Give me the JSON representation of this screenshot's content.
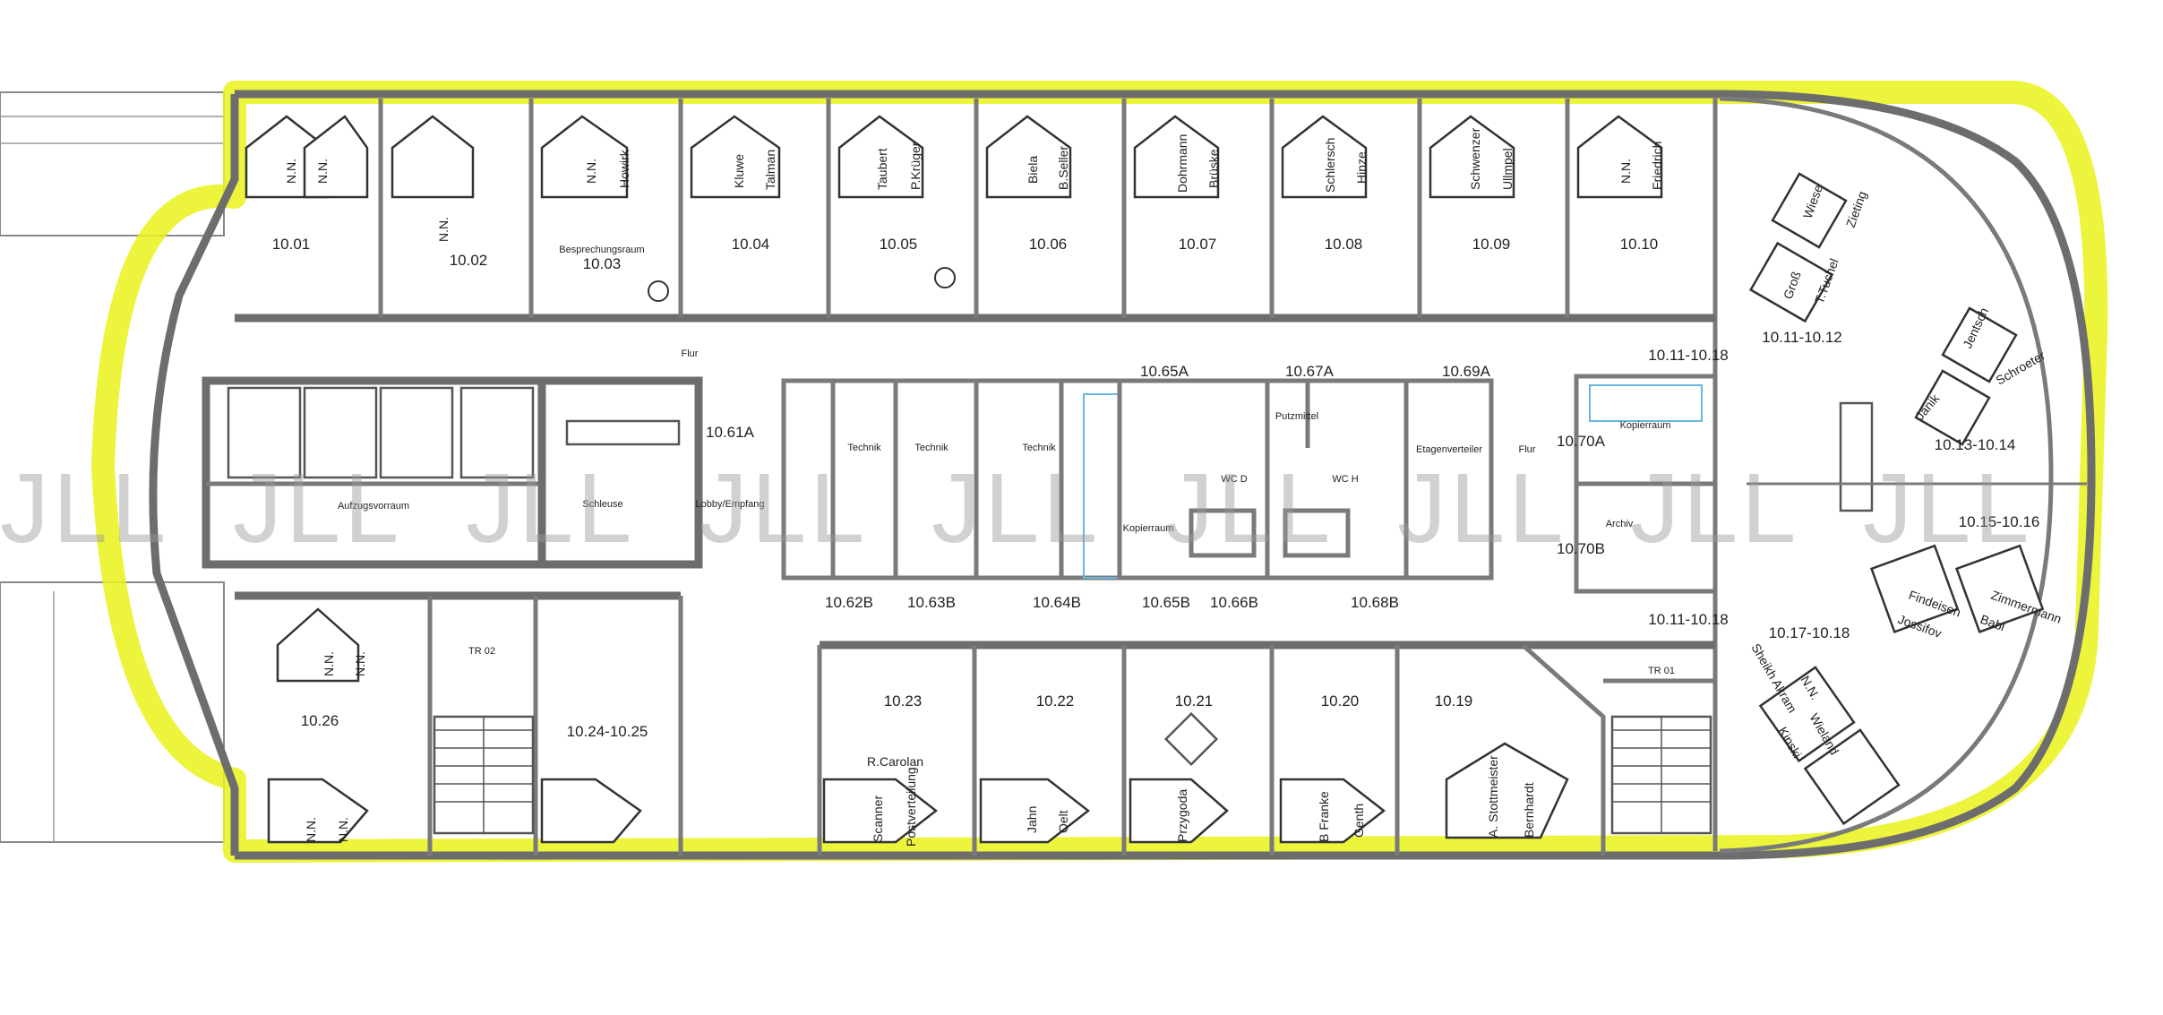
{
  "watermark": {
    "text": "JLL"
  },
  "rooms_top": [
    {
      "no": "10.01",
      "name": "",
      "people": [
        "N.N.",
        "N.N."
      ]
    },
    {
      "no": "10.02",
      "name": "",
      "people": [
        "N.N."
      ]
    },
    {
      "no": "10.03",
      "name": "Besprechungsraum",
      "people": [
        "N.N.",
        "Howirk"
      ]
    },
    {
      "no": "10.04",
      "name": "",
      "people": [
        "Kluwe",
        "Talman"
      ]
    },
    {
      "no": "10.05",
      "name": "",
      "people": [
        "Taubert",
        "P.Krüger"
      ]
    },
    {
      "no": "10.06",
      "name": "",
      "people": [
        "Biela",
        "B.Seller"
      ]
    },
    {
      "no": "10.07",
      "name": "",
      "people": [
        "Dohrmann",
        "Brüske"
      ]
    },
    {
      "no": "10.08",
      "name": "",
      "people": [
        "Schlersch",
        "Hinze"
      ]
    },
    {
      "no": "10.09",
      "name": "",
      "people": [
        "Schwenzer",
        "Ullmpel"
      ]
    },
    {
      "no": "10.10",
      "name": "",
      "people": [
        "N.N.",
        "Friedrich"
      ]
    }
  ],
  "core": {
    "flur_top": "Flur",
    "flur_right": "Flur",
    "aufzugsvorraum": "Aufzugsvorraum",
    "schleuse": "Schleuse",
    "lobby": "Lobby/Empfang",
    "r_10_61a": "10.61A",
    "technik1": "Technik",
    "technik2": "Technik",
    "technik3": "Technik",
    "kopierraum1": "Kopierraum",
    "wc_d": "WC D",
    "wc_h": "WC H",
    "putzmittel": "Putzmittel",
    "etagenverteiler": "Etagenverteiler",
    "kopierraum2": "Kopierraum",
    "archiv": "Archiv",
    "r_10_65a": "10.65A",
    "r_10_67a": "10.67A",
    "r_10_69a": "10.69A",
    "r_10_70a": "10.70A",
    "r_10_70b": "10.70B",
    "r_10_62b": "10.62B",
    "r_10_63b": "10.63B",
    "r_10_64b": "10.64B",
    "r_10_65b": "10.65B",
    "r_10_66b": "10.66B",
    "r_10_68b": "10.68B",
    "r_10_11_18a": "10.11-10.18",
    "r_10_11_18b": "10.11-10.18"
  },
  "rooms_bottom": [
    {
      "no": "10.26",
      "people": [
        "N.N.",
        "N.N.",
        "N.N.",
        "N.N."
      ]
    },
    {
      "no": "TR 02"
    },
    {
      "no": "10.24-10.25"
    },
    {
      "no": "10.23",
      "people": [
        "R.Carolan",
        "Scanner",
        "Postverteilung"
      ]
    },
    {
      "no": "10.22",
      "people": [
        "Jahn",
        "Oelt"
      ]
    },
    {
      "no": "10.21",
      "people": [
        "Przygoda"
      ]
    },
    {
      "no": "10.20",
      "people": [
        "B Franke",
        "Genth"
      ]
    },
    {
      "no": "10.19",
      "people": [
        "A. Stottmeister",
        "Bernhardt"
      ]
    },
    {
      "no": "TR 01"
    }
  ],
  "east_wing": [
    {
      "no": "10.11-10.12",
      "people": [
        "Wiese",
        "Zieting",
        "Groß",
        "T.Tuchel"
      ]
    },
    {
      "no": "10.13-10.14",
      "people": [
        "Jentsch",
        "Schroeter",
        "Janik"
      ]
    },
    {
      "no": "10.15-10.16",
      "people": [
        "Findeisen",
        "Zimmermann",
        "Jossifov",
        "Babl"
      ]
    },
    {
      "no": "10.17-10.18",
      "people": [
        "N.N.",
        "Sheikh Akram",
        "Kinski",
        "Wieland"
      ]
    }
  ],
  "colors": {
    "highlight": "#e9f21a",
    "walls": "#6d6d6d",
    "watermark": "#9a9a9a"
  }
}
